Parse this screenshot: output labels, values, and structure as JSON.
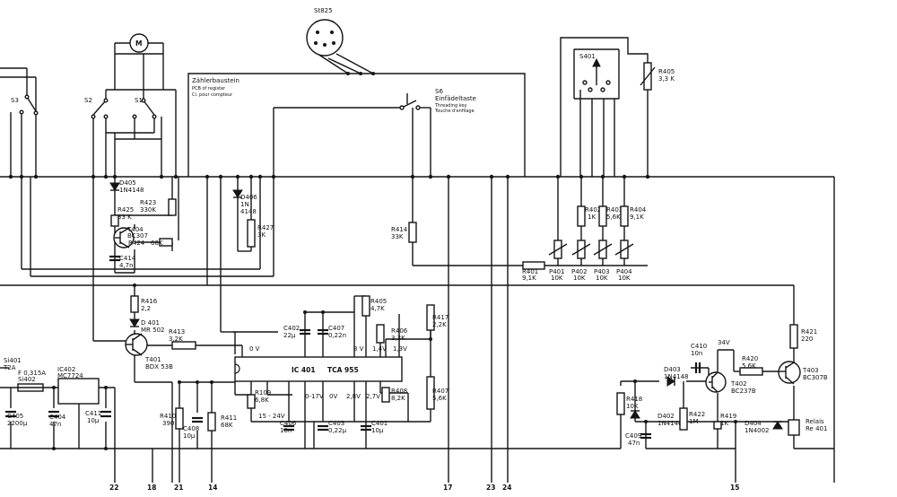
{
  "st825": "St825",
  "counter_module": {
    "de": "Zählerbaustein",
    "en": "PCB of register",
    "fr": "Ci. pour compteur"
  },
  "s6": {
    "name": "S6",
    "de": "Einfädeltaste",
    "en": "Threading key",
    "fr": "Touche d'enfilage"
  },
  "motor_letter": "M",
  "switches": {
    "s1": "S1",
    "s2": "S2",
    "s3": "S3",
    "s401": "S401"
  },
  "r405_top": {
    "name": "R405",
    "value": "3,3 K"
  },
  "d405": {
    "name": "D405",
    "value": "1N4148"
  },
  "r423": {
    "name": "R423",
    "value": "330K"
  },
  "r425": {
    "name": "R425",
    "value": "33 K"
  },
  "t404": {
    "name": "T404",
    "value": "BC307"
  },
  "r424": {
    "name": "R424",
    "value": "68K"
  },
  "c414": {
    "name": "C414",
    "value": "4,7n"
  },
  "d406": {
    "name": "D406",
    "value1": "1N",
    "value2": "4148"
  },
  "r427": {
    "name": "R427",
    "value": "3K"
  },
  "r414": {
    "name": "R414",
    "value": "33K"
  },
  "r402": {
    "name": "R402",
    "value": "1K"
  },
  "r403": {
    "name": "R403",
    "value": "5,6K"
  },
  "r404": {
    "name": "R404",
    "value": "9,1K"
  },
  "r401": {
    "name": "R401",
    "value": "9,1K"
  },
  "p401": {
    "name": "P401",
    "value": "10K"
  },
  "p402": {
    "name": "P402",
    "value": "10K"
  },
  "p403": {
    "name": "P403",
    "value": "10K"
  },
  "p404": {
    "name": "P404",
    "value": "10K"
  },
  "r416": {
    "name": "R416",
    "value": "2,2"
  },
  "d401": {
    "name": "D 401",
    "value": "MR 502"
  },
  "t401": {
    "name": "T401",
    "value": "BDX 53B"
  },
  "r413": {
    "name": "R413",
    "value": "3,2K"
  },
  "c402": {
    "name": "C402",
    "value": "22µ"
  },
  "c407": {
    "name": "C407",
    "value": "0,22n"
  },
  "r405_mid": {
    "name": "R405",
    "value": "4,7K"
  },
  "r406": {
    "name": "R406",
    "value": "3,3K"
  },
  "ic401": {
    "name": "IC 401",
    "type": "TCA 955"
  },
  "r408": {
    "name": "R408",
    "value": "8,2K"
  },
  "r417": {
    "name": "R417",
    "value": "2,2K"
  },
  "r407": {
    "name": "R407",
    "value": "5,6K"
  },
  "r409": {
    "name": "R109",
    "value": "6,8K"
  },
  "c406": {
    "name": "C406",
    "value": "10n"
  },
  "c403": {
    "name": "C403",
    "value": "0,22µ"
  },
  "c401": {
    "name": "C401",
    "value": "10µ"
  },
  "r410": {
    "name": "R410",
    "value": "390"
  },
  "c408": {
    "name": "C408",
    "value": "10µ"
  },
  "r411": {
    "name": "R411",
    "value": "68K"
  },
  "s1401": {
    "name": "Si401",
    "value": "T2A"
  },
  "s1402": {
    "name": "Si402",
    "value": "F 0,315A"
  },
  "ic402": {
    "name": "IC402",
    "value": "MC7724"
  },
  "c405": {
    "name": "C405",
    "value": "2200µ"
  },
  "c404": {
    "name": "C404",
    "value": "47n"
  },
  "c411": {
    "name": "C411",
    "value": "10µ"
  },
  "volt": {
    "v0": "0 V",
    "v3": "3 V",
    "v14": "1,4V",
    "v13": "1,3V",
    "v017": "0-17V",
    "v0b": "0V",
    "v28": "2,8V",
    "v27": "2,7V",
    "v1524": "15 - 24V",
    "v34": "34V"
  },
  "r418": {
    "name": "R418",
    "value": "10K"
  },
  "d402": {
    "name": "D402",
    "value": "1N4146"
  },
  "c409": {
    "name": "C409",
    "value": "47n"
  },
  "d403": {
    "name": "D403",
    "value": "1N4148"
  },
  "c410": {
    "name": "C410",
    "value": "10n"
  },
  "t402": {
    "name": "T402",
    "value": "BC237B"
  },
  "r420": {
    "name": "R420",
    "value": "5,6K"
  },
  "r421": {
    "name": "R421",
    "value": "220"
  },
  "t403": {
    "name": "T403",
    "value": "BC307B"
  },
  "r422": {
    "name": "R422",
    "value": "1M"
  },
  "r419": {
    "name": "R419",
    "value": "1K"
  },
  "d404": {
    "name": "D404",
    "value": "1N4002"
  },
  "relay": {
    "name": "Relais",
    "value": "Re 401"
  },
  "terminals": [
    "22",
    "18",
    "21",
    "14",
    "17",
    "23",
    "24",
    "15"
  ]
}
